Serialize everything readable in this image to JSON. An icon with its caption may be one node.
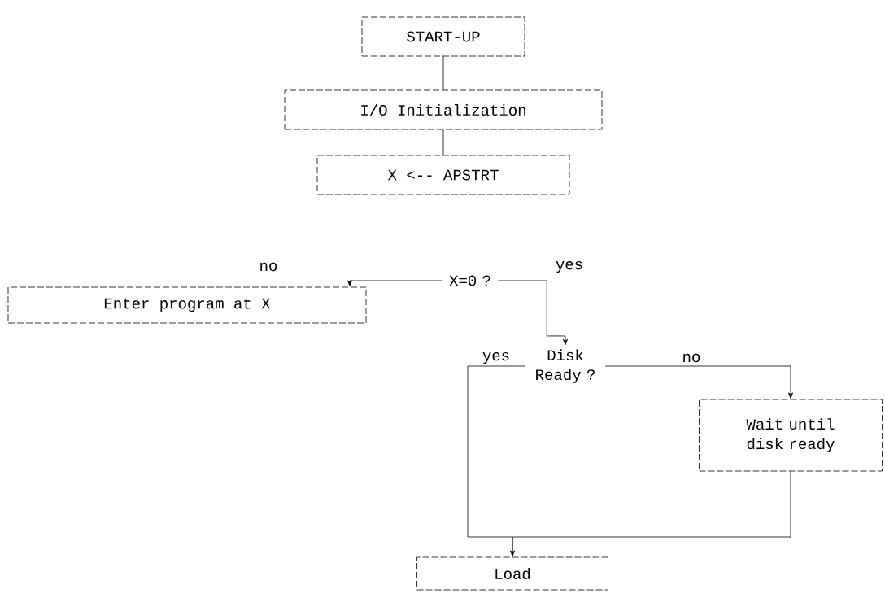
{
  "diagram": {
    "nodes": [
      {
        "text": [
          "START-UP"
        ]
      },
      {
        "text": [
          "I/O Initialization"
        ]
      },
      {
        "text": [
          "X <-- APSTRT"
        ]
      },
      {
        "text": [
          "X=0 ?"
        ]
      },
      {
        "text": [
          "Enter program at X"
        ]
      },
      {
        "text": [
          "Disk Ready ?"
        ]
      },
      {
        "text": [
          "Wait until disk ready"
        ]
      },
      {
        "text": [
          "Load"
        ]
      }
    ],
    "edges": [
      {
        "from": 0,
        "to": 1,
        "arrow": "none"
      },
      {
        "from": 1,
        "to": 2,
        "arrow": "none"
      },
      {
        "from": 3,
        "to": 4,
        "arrow": "to",
        "label": "no"
      },
      {
        "from": 3,
        "to": 5,
        "arrow": "to",
        "label": "yes"
      },
      {
        "from": 5,
        "to": 7,
        "arrow": "to",
        "label": "yes"
      },
      {
        "from": 5,
        "to": 6,
        "arrow": "to",
        "label": "no"
      },
      {
        "from": 6,
        "to": 7,
        "arrow": "none"
      }
    ]
  }
}
